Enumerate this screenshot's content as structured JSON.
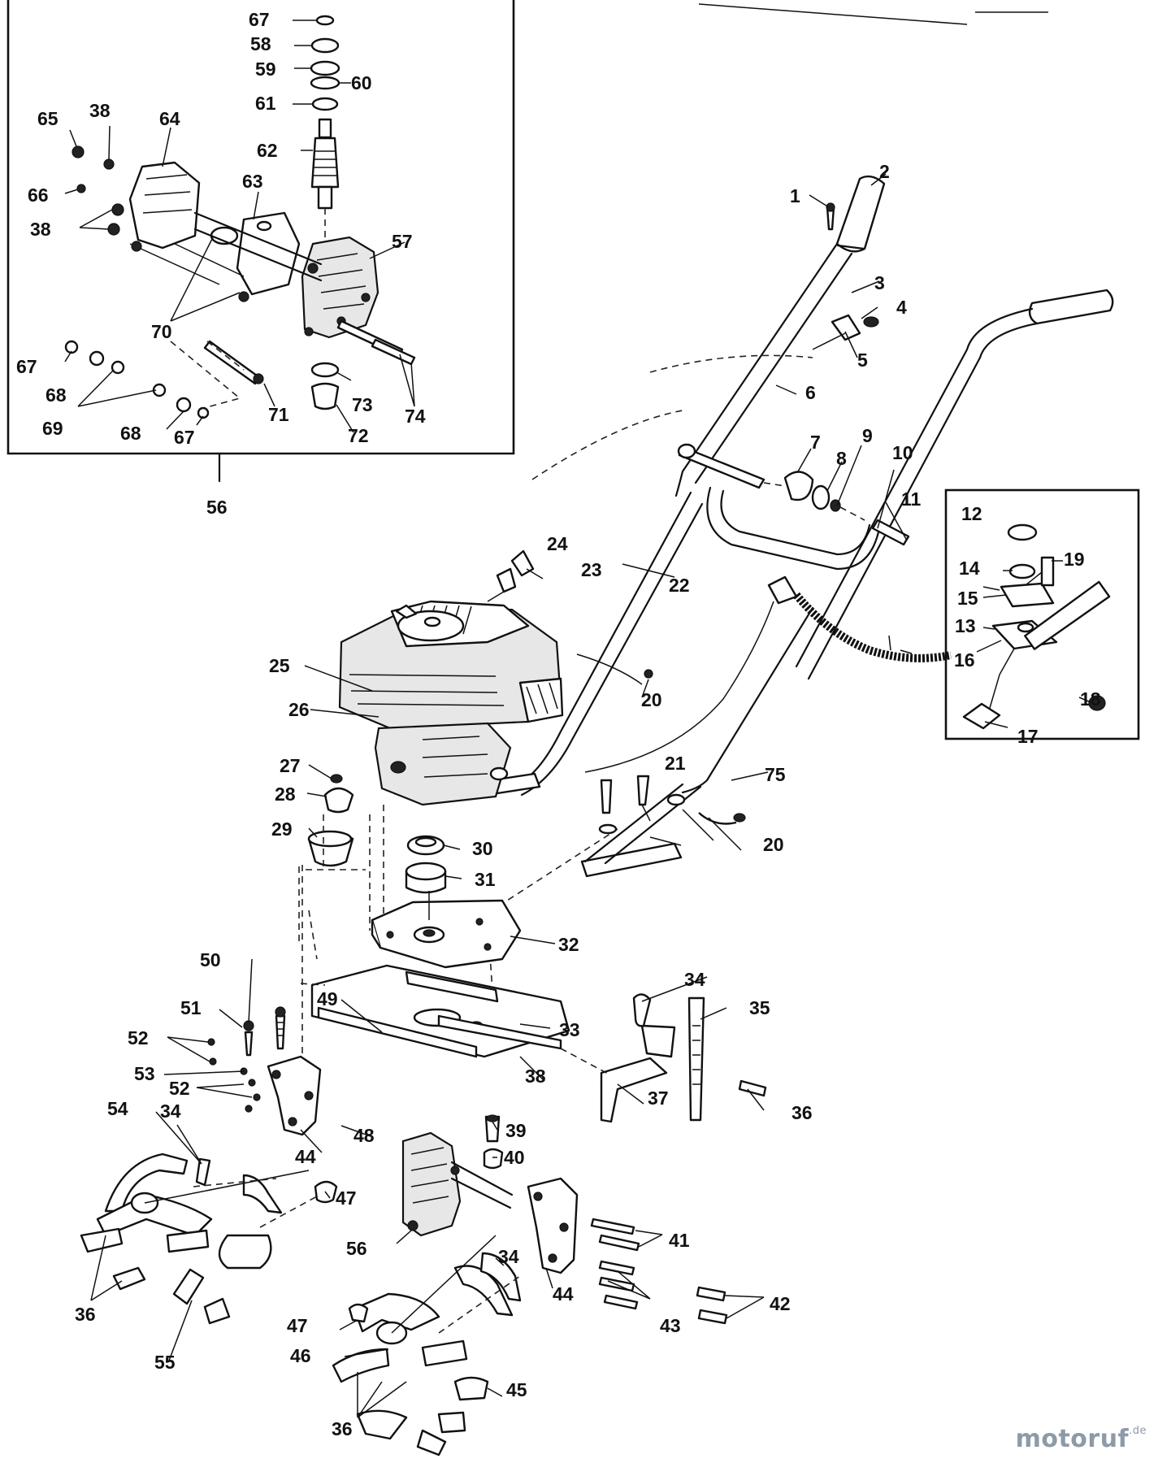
{
  "callouts": [
    "1",
    "2",
    "3",
    "4",
    "5",
    "6",
    "7",
    "8",
    "9",
    "10",
    "11",
    "12",
    "13",
    "14",
    "15",
    "16",
    "17",
    "18",
    "19",
    "20",
    "21",
    "22",
    "23",
    "24",
    "25",
    "26",
    "27",
    "28",
    "29",
    "30",
    "31",
    "32",
    "33",
    "34",
    "35",
    "36",
    "37",
    "38",
    "39",
    "40",
    "41",
    "42",
    "43",
    "44",
    "45",
    "46",
    "47",
    "48",
    "49",
    "50",
    "51",
    "52",
    "53",
    "54",
    "55",
    "56",
    "57",
    "58",
    "59",
    "60",
    "61",
    "62",
    "63",
    "64",
    "65",
    "66",
    "67",
    "68",
    "69",
    "70",
    "71",
    "72",
    "73",
    "74",
    "75"
  ],
  "watermark": {
    "brand": "motoruf",
    "tld": ".de"
  }
}
